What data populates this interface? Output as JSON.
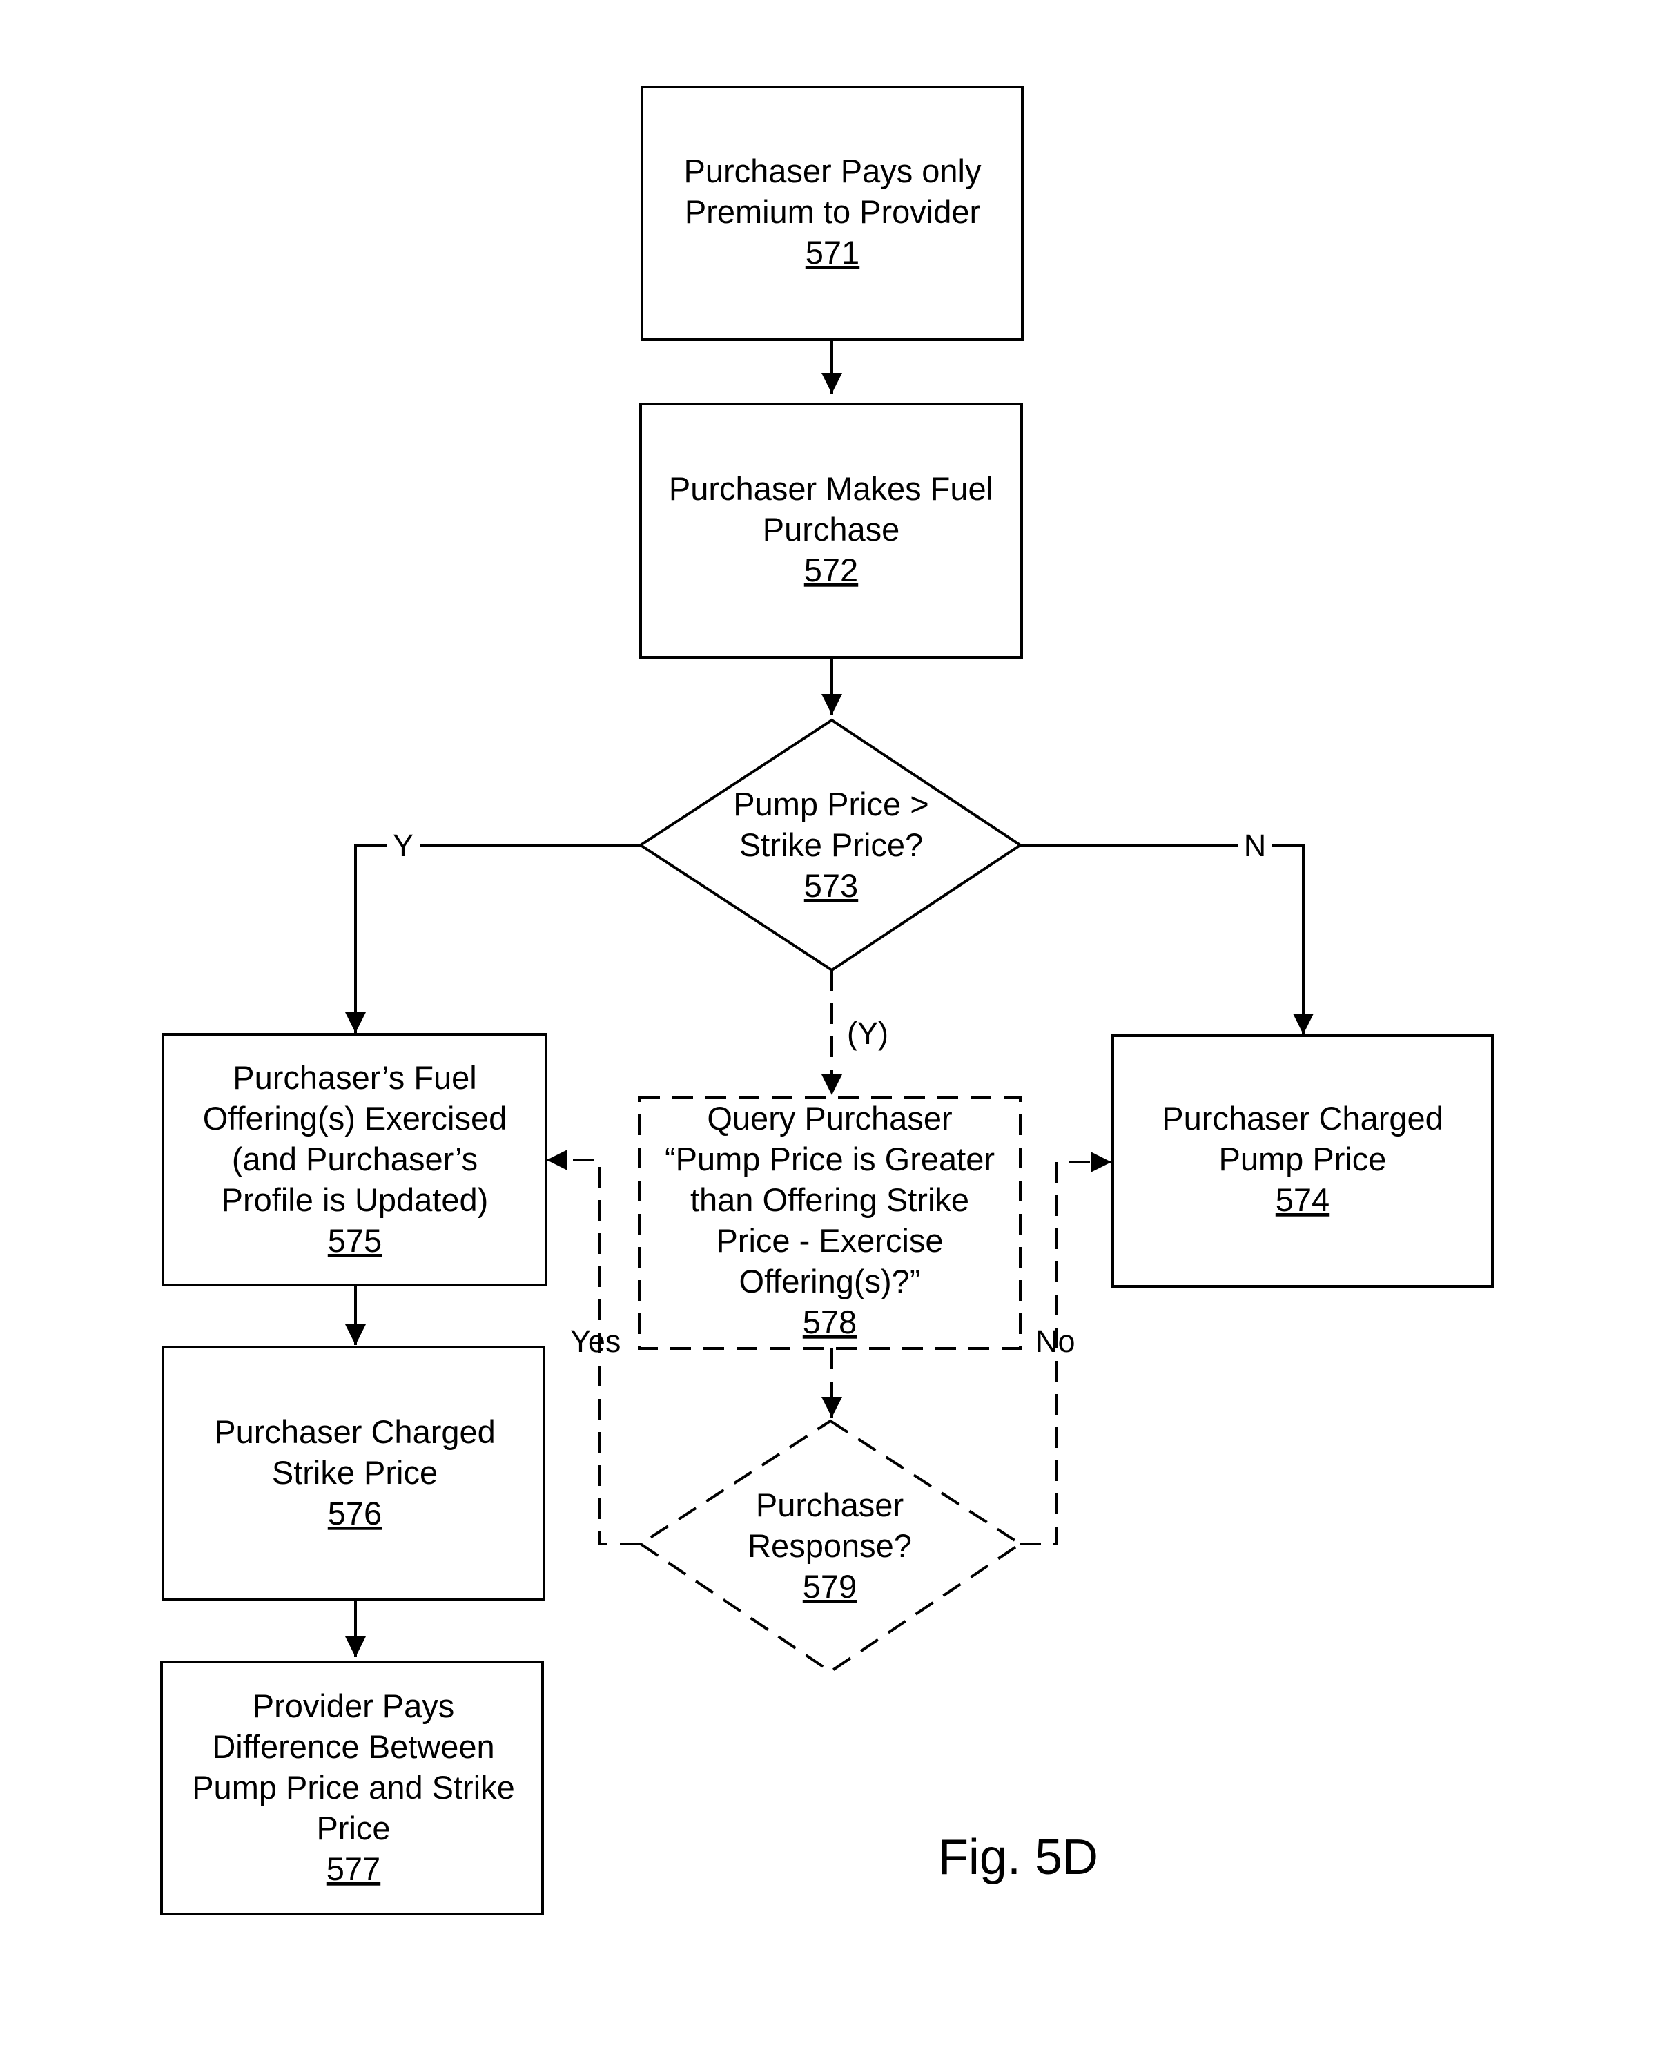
{
  "figure_label": "Fig. 5D",
  "nodes": {
    "n571": {
      "lines": [
        "Purchaser Pays only",
        "Premium to Provider"
      ],
      "ref": "571"
    },
    "n572": {
      "lines": [
        "Purchaser Makes Fuel",
        "Purchase"
      ],
      "ref": "572"
    },
    "n573": {
      "lines": [
        "Pump Price >",
        "Strike Price?"
      ],
      "ref": "573"
    },
    "n574": {
      "lines": [
        "Purchaser Charged",
        "Pump Price"
      ],
      "ref": "574"
    },
    "n575": {
      "lines": [
        "Purchaser’s Fuel",
        "Offering(s) Exercised",
        "(and Purchaser’s",
        "Profile is Updated)"
      ],
      "ref": "575"
    },
    "n576": {
      "lines": [
        "Purchaser Charged",
        "Strike Price"
      ],
      "ref": "576"
    },
    "n577": {
      "lines": [
        "Provider Pays",
        "Difference Between",
        "Pump Price and Strike",
        "Price"
      ],
      "ref": "577"
    },
    "n578": {
      "lines": [
        "Query Purchaser",
        "“Pump Price is Greater",
        "than Offering Strike",
        "Price - Exercise",
        "Offering(s)?”"
      ],
      "ref": "578"
    },
    "n579": {
      "lines": [
        "Purchaser",
        "Response?"
      ],
      "ref": "579"
    }
  },
  "edge_labels": {
    "y": "Y",
    "n": "N",
    "y_optional": "(Y)",
    "yes": "Yes",
    "no": "No"
  }
}
